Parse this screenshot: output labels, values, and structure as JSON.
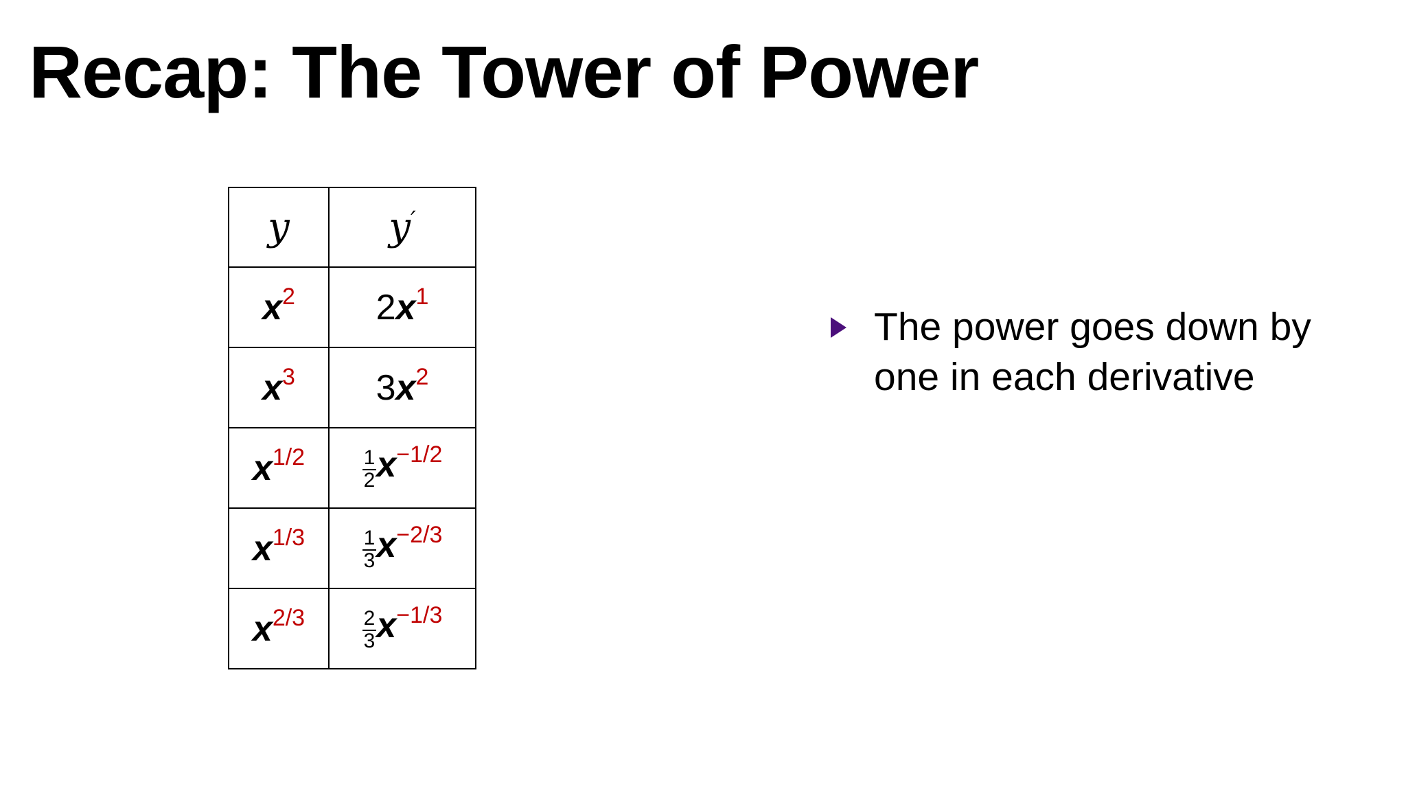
{
  "slide": {
    "title": "Recap: The Tower of Power",
    "background_color": "#FFFFFF",
    "exponent_color": "#C00000",
    "bullet_color": "#4B0F7B"
  },
  "table": {
    "headers": {
      "col1": "y",
      "col2": "y",
      "col2_prime": "′"
    },
    "rows": [
      {
        "y": {
          "base": "x",
          "exponent": "2"
        },
        "yp": {
          "coefficient": "2",
          "base": "x",
          "exponent": "1"
        }
      },
      {
        "y": {
          "base": "x",
          "exponent": "3"
        },
        "yp": {
          "coefficient": "3",
          "base": "x",
          "exponent": "2"
        }
      },
      {
        "y": {
          "base": "x",
          "exponent": "1/2"
        },
        "yp": {
          "coef_num": "1",
          "coef_den": "2",
          "base": "x",
          "exponent": "−1/2"
        }
      },
      {
        "y": {
          "base": "x",
          "exponent": "1/3"
        },
        "yp": {
          "coef_num": "1",
          "coef_den": "3",
          "base": "x",
          "exponent": "−2/3"
        }
      },
      {
        "y": {
          "base": "x",
          "exponent": "2/3"
        },
        "yp": {
          "coef_num": "2",
          "coef_den": "3",
          "base": "x",
          "exponent": "−1/3"
        }
      }
    ]
  },
  "bullets": [
    {
      "marker": "triangle-bullet",
      "text": "The power goes down by one in each derivative"
    }
  ]
}
